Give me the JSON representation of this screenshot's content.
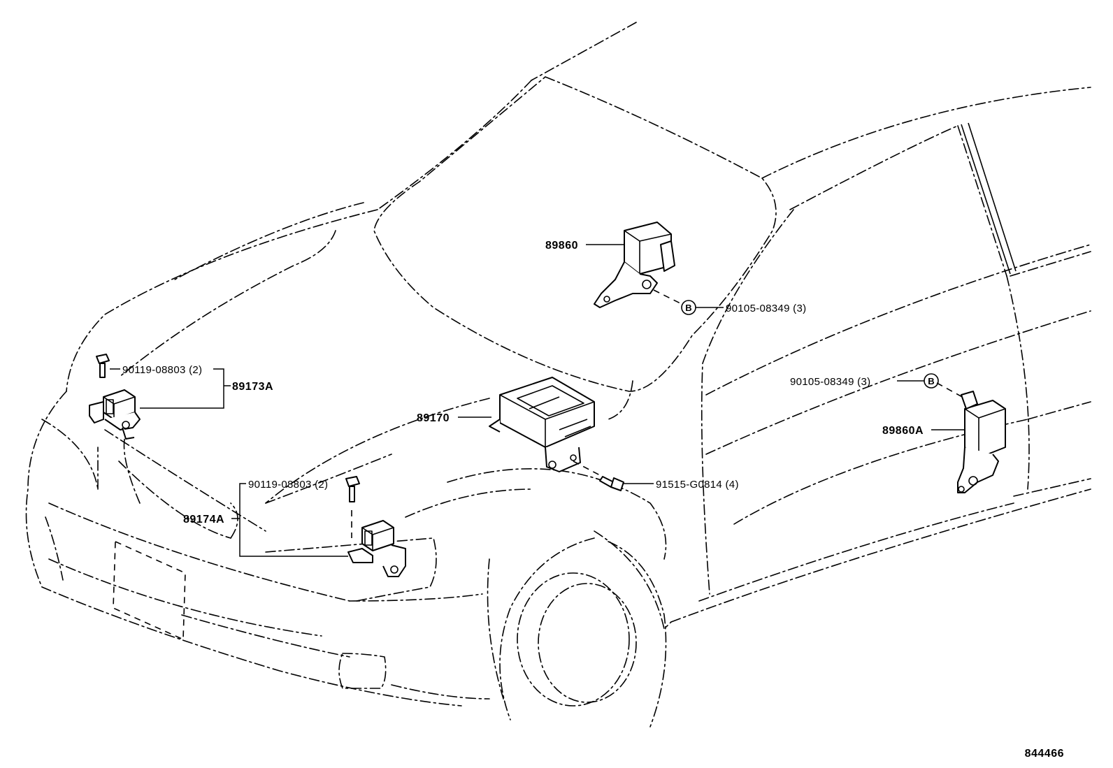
{
  "diagram": {
    "labels": {
      "p89860": "89860",
      "bolt_b_top": "90105-08349 (3)",
      "bolt_b_right": "90105-08349 (3)",
      "p89860A": "89860A",
      "bolt_left_top": "90119-08803 (2)",
      "p89173A": "89173A",
      "p89170": "89170",
      "screw": "91515-G0814 (4)",
      "bolt_left_bottom": "90119-08803 (2)",
      "p89174A": "89174A"
    },
    "marker": "B",
    "reference_number": "844466"
  }
}
